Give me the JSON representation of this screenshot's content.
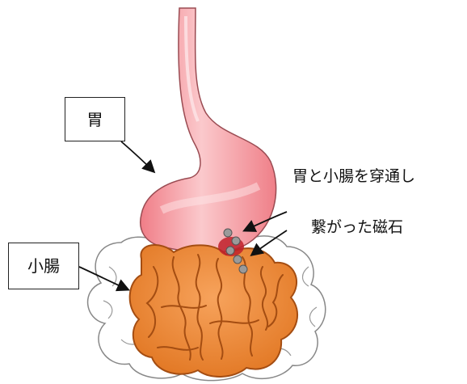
{
  "labels": {
    "stomach": "胃",
    "small_intestine": "小腸",
    "magnet_caption_line1": "胃と小腸を穿通し",
    "magnet_caption_line2": "繋がった磁石"
  },
  "colors": {
    "stomach_fill": "#f28f96",
    "stomach_highlight": "#fde0e2",
    "intestine_fill": "#f08a3a",
    "intestine_stroke": "#a44d12",
    "mesentery_fill": "#ffffff",
    "mesentery_stroke": "#888888",
    "magnet_fill": "#9a9a9a",
    "perforation_fill": "#c0202a"
  }
}
